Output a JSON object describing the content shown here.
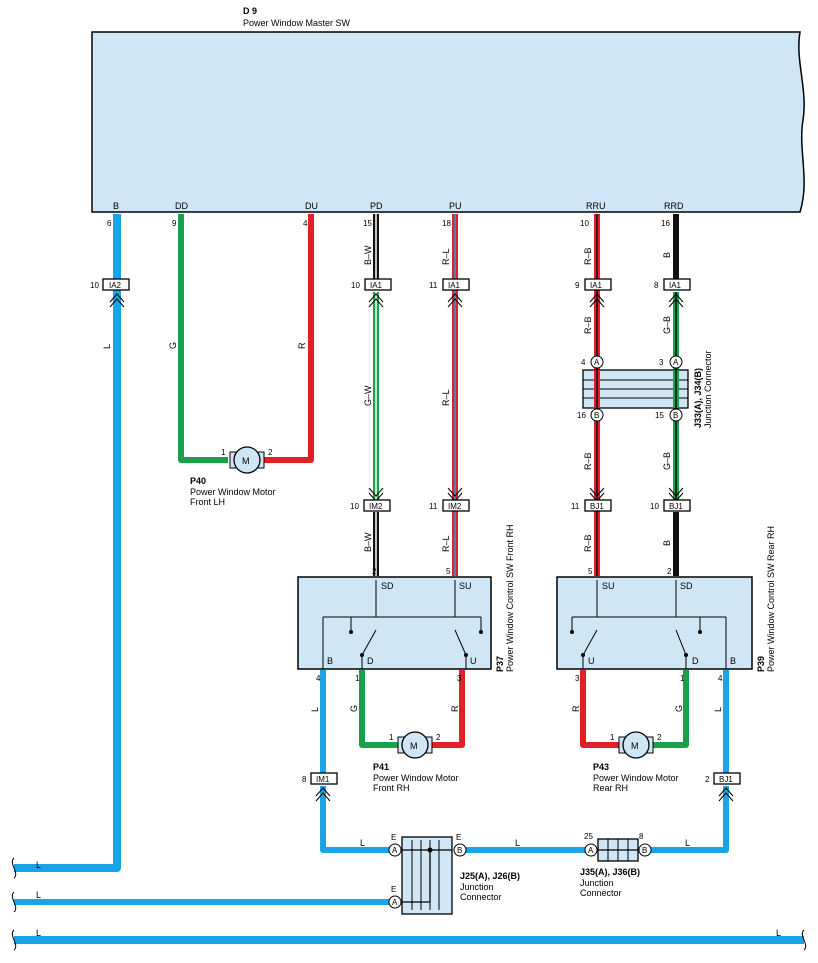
{
  "master": {
    "code": "D 9",
    "name": "Power Window Master SW",
    "pins": {
      "b": "B",
      "dd": "DD",
      "du": "DU",
      "pd": "PD",
      "pu": "PU",
      "rru": "RRU",
      "rrd": "RRD"
    },
    "pin_numbers": {
      "b": "6",
      "dd": "9",
      "du": "4",
      "pd": "15",
      "pu": "18",
      "rru": "10",
      "rrd": "16"
    }
  },
  "wire_colors": {
    "L": "#1aa3e6",
    "G": "#18a14a",
    "R": "#e32028",
    "B": "#111111",
    "W": "#ffffff"
  },
  "wire_labels": {
    "l": "L",
    "g": "G",
    "r": "R",
    "bw": "B–W",
    "gw": "G–W",
    "rl": "R–L",
    "rb": "R–B",
    "b": "B",
    "gb": "G–B"
  },
  "connectors": {
    "ia2": {
      "name": "IA2",
      "pin": "10"
    },
    "ia1_pd": {
      "name": "IA1",
      "pin": "10"
    },
    "ia1_pu": {
      "name": "IA1",
      "pin": "11"
    },
    "ia1_rru": {
      "name": "IA1",
      "pin": "9"
    },
    "ia1_rrd": {
      "name": "IA1",
      "pin": "8"
    },
    "im2_a": {
      "name": "IM2",
      "pin": "10"
    },
    "im2_b": {
      "name": "IM2",
      "pin": "11"
    },
    "bj1_a": {
      "name": "BJ1",
      "pin": "11"
    },
    "bj1_b": {
      "name": "BJ1",
      "pin": "10"
    },
    "im1": {
      "name": "IM1",
      "pin": "8"
    },
    "bj1_c": {
      "name": "BJ1",
      "pin": "2"
    }
  },
  "j33": {
    "label": "J33(A), J34(B)",
    "name": "Junction Connector",
    "pins": {
      "a4": "4",
      "a3": "3",
      "b16": "16",
      "b15": "15"
    },
    "letters": {
      "a": "A",
      "b": "B"
    }
  },
  "p40": {
    "code": "P40",
    "line1": "Power Window Motor",
    "line2": "Front LH",
    "pin1": "1",
    "pin2": "2",
    "motor": "M"
  },
  "p37": {
    "code": "P37",
    "name": "Power Window Control SW Front RH",
    "pins": {
      "sd": "SD",
      "su": "SU",
      "b": "B",
      "d": "D",
      "u": "U"
    },
    "nums": {
      "sd": "2",
      "su": "5",
      "b": "4",
      "d": "1",
      "u": "3"
    }
  },
  "p39": {
    "code": "P39",
    "name": "Power Window Control SW Rear RH",
    "pins": {
      "su": "SU",
      "sd": "SD",
      "u": "U",
      "d": "D",
      "b": "B"
    },
    "nums": {
      "su": "5",
      "sd": "2",
      "u": "3",
      "d": "1",
      "b": "4"
    }
  },
  "p41": {
    "code": "P41",
    "line1": "Power Window Motor",
    "line2": "Front RH",
    "pin1": "1",
    "pin2": "2",
    "motor": "M"
  },
  "p43": {
    "code": "P43",
    "line1": "Power Window Motor",
    "line2": "Rear RH",
    "pin1": "1",
    "pin2": "2",
    "motor": "M"
  },
  "j25": {
    "label": "J25(A), J26(B)",
    "line1": "Junction",
    "line2": "Connector",
    "pins": {
      "e1": "E",
      "e2": "E",
      "e3": "E"
    },
    "letters": {
      "a": "A",
      "b": "B"
    }
  },
  "j35": {
    "label": "J35(A), J36(B)",
    "line1": "Junction",
    "line2": "Connector",
    "pins": {
      "p25": "25",
      "p8": "8"
    },
    "letters": {
      "a": "A",
      "b": "B"
    }
  }
}
